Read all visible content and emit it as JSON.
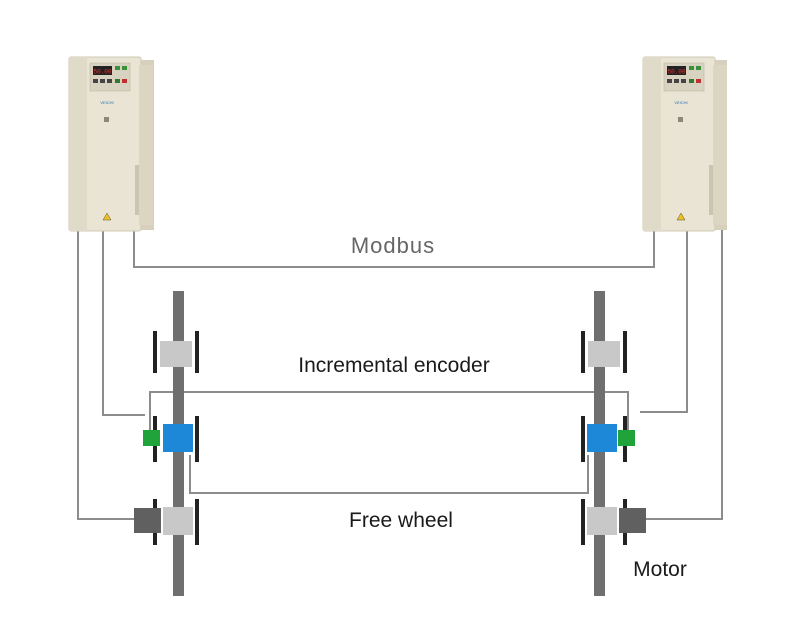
{
  "labels": {
    "modbus": "Modbus",
    "incremental_encoder": "Incremental encoder",
    "free_wheel": "Free wheel",
    "motor": "Motor"
  },
  "drives": {
    "brand_text": "VEICHI",
    "display_value": "50.00"
  },
  "colors": {
    "drive_body": "#e6e0cf",
    "drive_shadow": "#cfc8b4",
    "wire": "#8c8c8c",
    "shaft": "#6f6f6f",
    "bearing": "#c8c8c8",
    "flange": "#222222",
    "encoder": "#1e88d8",
    "encoder_connector": "#1fa33a",
    "motor_body": "#606060"
  }
}
